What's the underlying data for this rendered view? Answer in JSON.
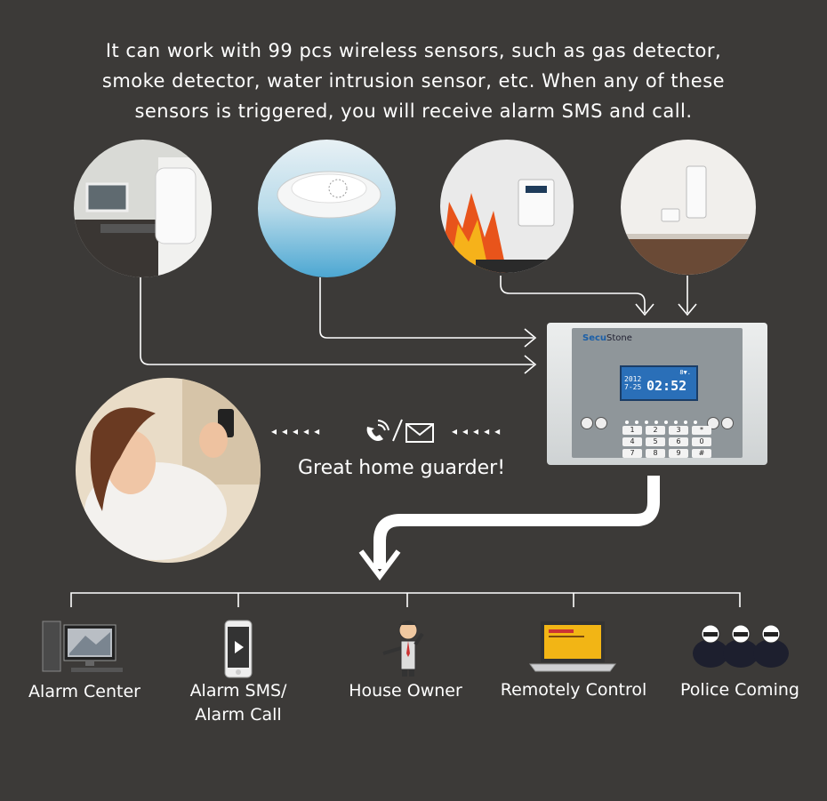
{
  "intro_text": "It can work with 99 pcs wireless sensors, such as gas detector, smoke detector, water intrusion sensor, etc. When any of these sensors is triggered, you will receive alarm SMS and call.",
  "tagline": "Great home guarder!",
  "panel": {
    "brand_a": "Secu",
    "brand_b": "Stone",
    "date_line1": "2012",
    "date_line2": "7-25",
    "time": "02:52",
    "keys": [
      "1",
      "2",
      "3",
      "*",
      "4",
      "5",
      "6",
      "0",
      "7",
      "8",
      "9",
      "#"
    ]
  },
  "receivers": [
    {
      "label": "Alarm Center"
    },
    {
      "label": "Alarm SMS/\nAlarm Call"
    },
    {
      "label": "House Owner"
    },
    {
      "label": "Remotely Control"
    },
    {
      "label": "Police Coming"
    }
  ],
  "colors": {
    "background": "#3c3a38",
    "lines": "#ffffff",
    "lcd": "#2a6fb8"
  },
  "icons": [
    "phone-call-icon",
    "envelope-icon"
  ]
}
